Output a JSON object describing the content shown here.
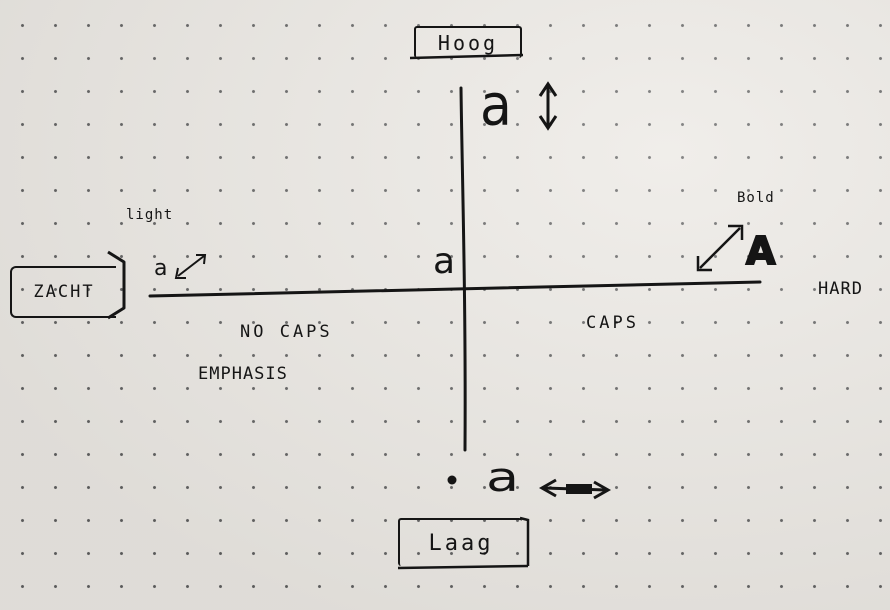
{
  "labels": {
    "top": "Hoog",
    "bottom": "Laag",
    "left": "ZACHT",
    "right": "HARD",
    "light": "light",
    "bold": "Bold",
    "no_caps": "NO CAPS",
    "emphasis": "EMPHASIS",
    "caps": "CAPS"
  },
  "glyphs": {
    "top": "a",
    "center": "a",
    "left": "a",
    "right": "A",
    "bottom": "a"
  }
}
